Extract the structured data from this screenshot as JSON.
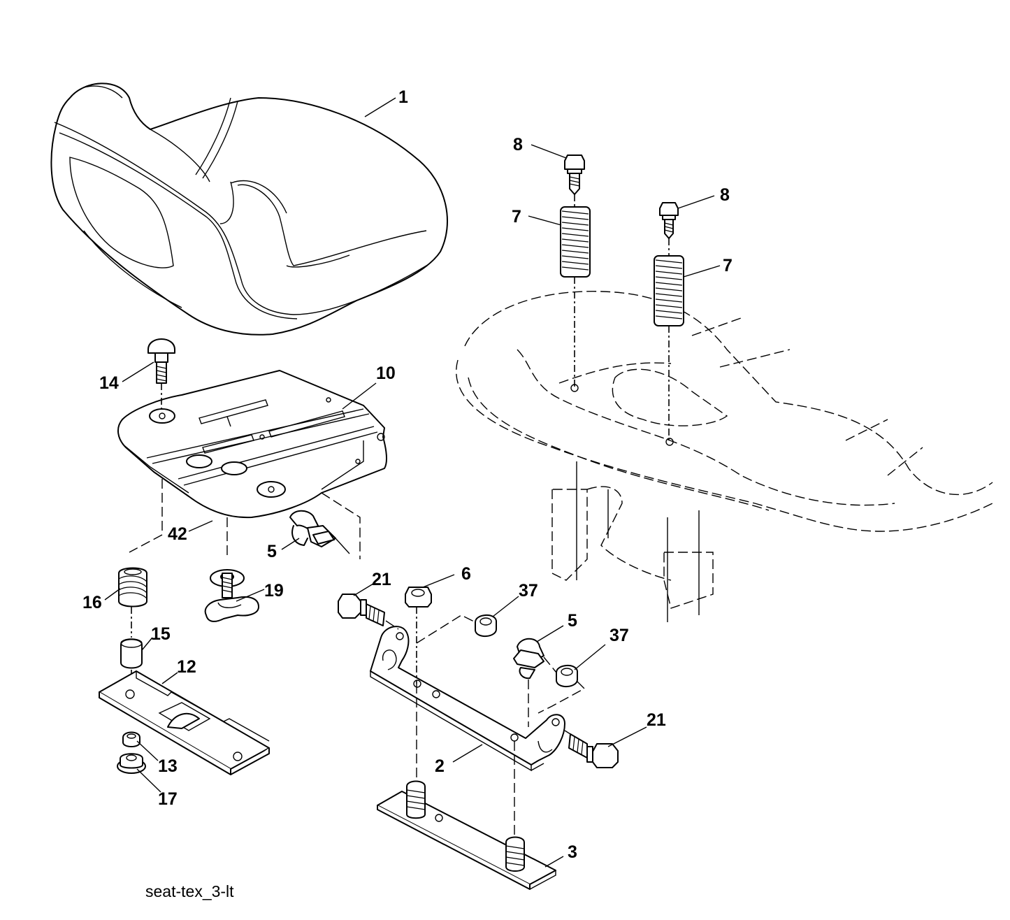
{
  "diagram": {
    "caption": "seat-tex_3-lt",
    "callouts": {
      "seat": "1",
      "bracket_hinge": "2",
      "plate_bottom": "3",
      "clip_upper": "5",
      "clip_lower": "5",
      "nut_6": "6",
      "spring_left": "7",
      "spring_right": "7",
      "bolt_left": "8",
      "bolt_right": "8",
      "seat_pan": "10",
      "slide_plate": "12",
      "nut_13": "13",
      "carriage_bolt": "14",
      "spacer": "15",
      "spring_16": "16",
      "flange_nut": "17",
      "knob": "19",
      "bolt_21_left": "21",
      "bolt_21_right": "21",
      "nut_37_upper": "37",
      "nut_37_lower": "37",
      "washer": "42"
    }
  }
}
